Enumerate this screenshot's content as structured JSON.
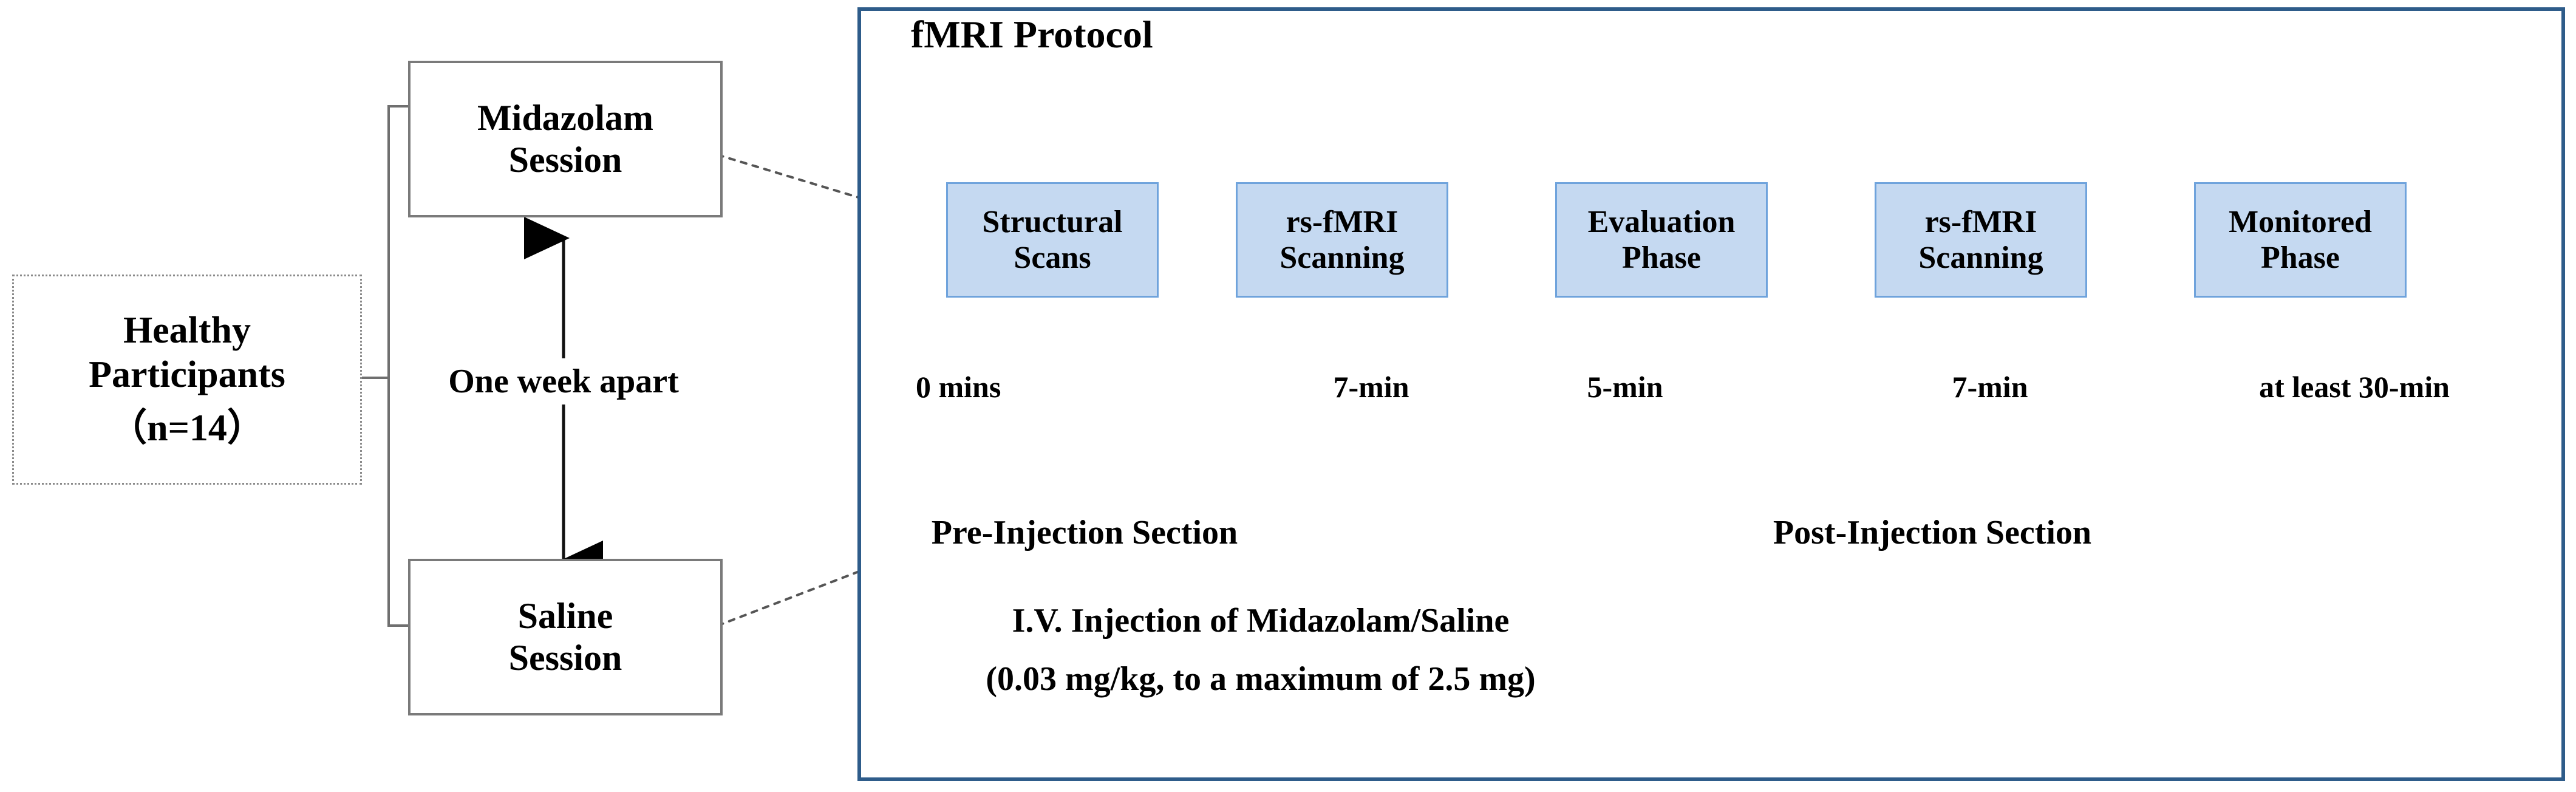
{
  "flow": {
    "participants": {
      "line1": "Healthy",
      "line2": "Participants",
      "line3": "（n=14）"
    },
    "sessions": [
      {
        "name": "midazolam-session",
        "line1": "Midazolam",
        "line2": "Session"
      },
      {
        "name": "saline-session",
        "line1": "Saline",
        "line2": "Session"
      }
    ],
    "interval_label": "One week apart"
  },
  "panel": {
    "title": "fMRI Protocol",
    "border_color": "#2E5C8A",
    "stages": [
      {
        "name": "structural-scans",
        "line1": "Structural",
        "line2": "Scans"
      },
      {
        "name": "rs-fmri-scanning-1",
        "line1": "rs-fMRI",
        "line2": "Scanning"
      },
      {
        "name": "evaluation-phase",
        "line1": "Evaluation",
        "line2": "Phase"
      },
      {
        "name": "rs-fmri-scanning-2",
        "line1": "rs-fMRI",
        "line2": "Scanning"
      },
      {
        "name": "monitored-phase",
        "line1": "Monitored",
        "line2": "Phase"
      }
    ],
    "stage_fill": "#C5D9F1",
    "stage_border": "#6FA3DC",
    "arrow_fill": "#D6E0F2",
    "timeline": {
      "durations": [
        "0 mins",
        "7-min",
        "5-min",
        "7-min",
        "at least 30-min"
      ],
      "axis_color": "#808080"
    },
    "sections": [
      {
        "name": "pre-injection-section",
        "label": "Pre-Injection Section"
      },
      {
        "name": "post-injection-section",
        "label": "Post-Injection Section"
      }
    ],
    "injection": {
      "line1": "I.V. Injection of Midazolam/Saline",
      "line2": "(0.03 mg/kg, to a maximum  of 2.5 mg)"
    }
  }
}
